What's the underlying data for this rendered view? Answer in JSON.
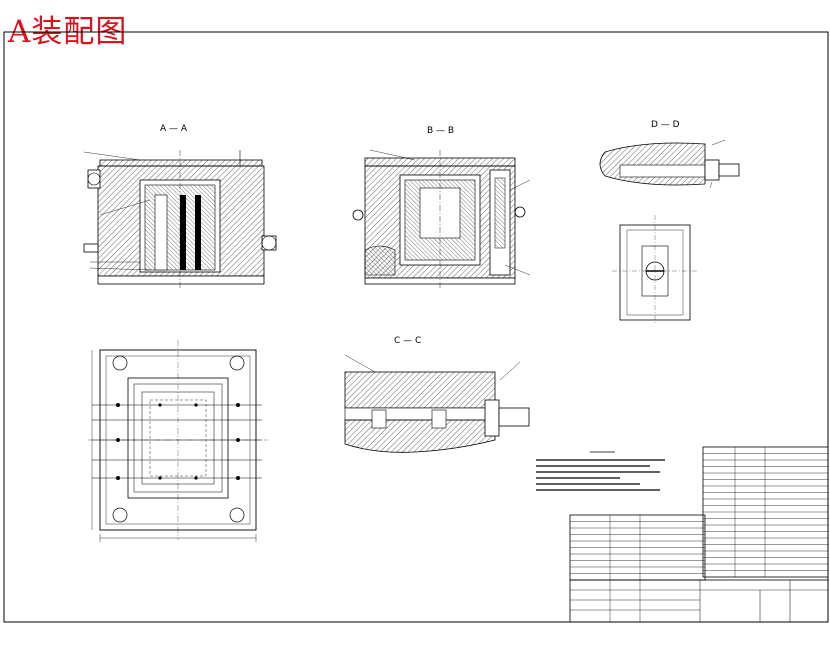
{
  "drawing": {
    "title": "A装配图",
    "colors": {
      "title": "#e0101a",
      "line": "#000000"
    },
    "views": {
      "aa": "A — A",
      "bb": "B — B",
      "cc": "C — C",
      "dd": "D — D"
    }
  }
}
